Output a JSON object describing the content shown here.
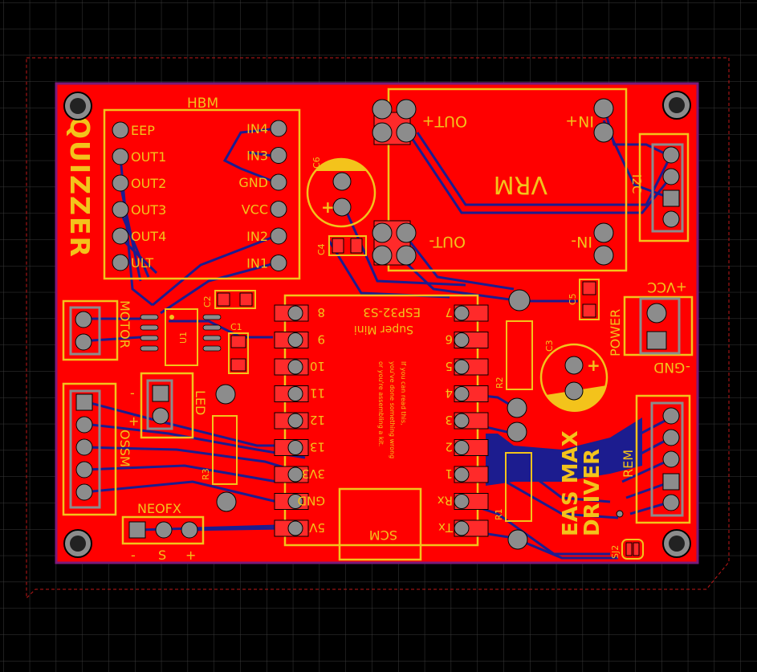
{
  "board": {
    "colors": {
      "background": "#000000",
      "grid": "#3a3a3a",
      "copper_top": "#ff0000",
      "copper_bottom": "#1c1c8f",
      "silkscreen": "#f3c31b",
      "outline": "#7a1a7a",
      "pad": "#8c8c8c"
    },
    "logo": "QUIZZER",
    "title_line1": "EAS MAX",
    "title_line2": "DRIVER",
    "note": [
      "If you can read this,",
      "you've done something wrong",
      "or you're assembling a kit."
    ]
  },
  "hbm": {
    "label": "HBM",
    "left_pins": [
      "EEP",
      "OUT1",
      "OUT2",
      "OUT3",
      "OUT4",
      "ULT"
    ],
    "right_pins": [
      "IN4",
      "IN3",
      "GND",
      "VCC",
      "IN2",
      "IN1"
    ]
  },
  "vrm": {
    "label": "VRM",
    "pins": [
      "OUT+",
      "IN+",
      "OUT-",
      "IN-"
    ]
  },
  "mcu": {
    "title_line1": "ESP32-S3",
    "title_line2": "Super Mini",
    "left_pins": [
      "8",
      "9",
      "10",
      "11",
      "12",
      "13",
      "3V3",
      "GND",
      "5V"
    ],
    "right_pins": [
      "7",
      "6",
      "5",
      "4",
      "3",
      "2",
      "1",
      "Rx",
      "Tx"
    ],
    "scm_label": "SCM"
  },
  "connectors": {
    "i2c": "I2C",
    "motor": "MOTOR",
    "ossm": "OSSM",
    "led": "LED",
    "led_minus": "-",
    "led_plus": "+",
    "neofx": "NEOFX",
    "neofx_pins": [
      "-",
      "S",
      "+"
    ],
    "power": "POWER",
    "power_vcc": "+VCC",
    "power_gnd": "-GND",
    "rem": "REM"
  },
  "refdes": {
    "c1": "C1",
    "c2": "C2",
    "c3": "C3",
    "c4": "C4",
    "c5": "C5",
    "c6": "C6",
    "r1": "R1",
    "r2": "R2",
    "r3": "R3",
    "u1": "U1",
    "sj2": "SJ2"
  },
  "polarity": {
    "c6_plus": "+",
    "c3_plus": "+"
  }
}
